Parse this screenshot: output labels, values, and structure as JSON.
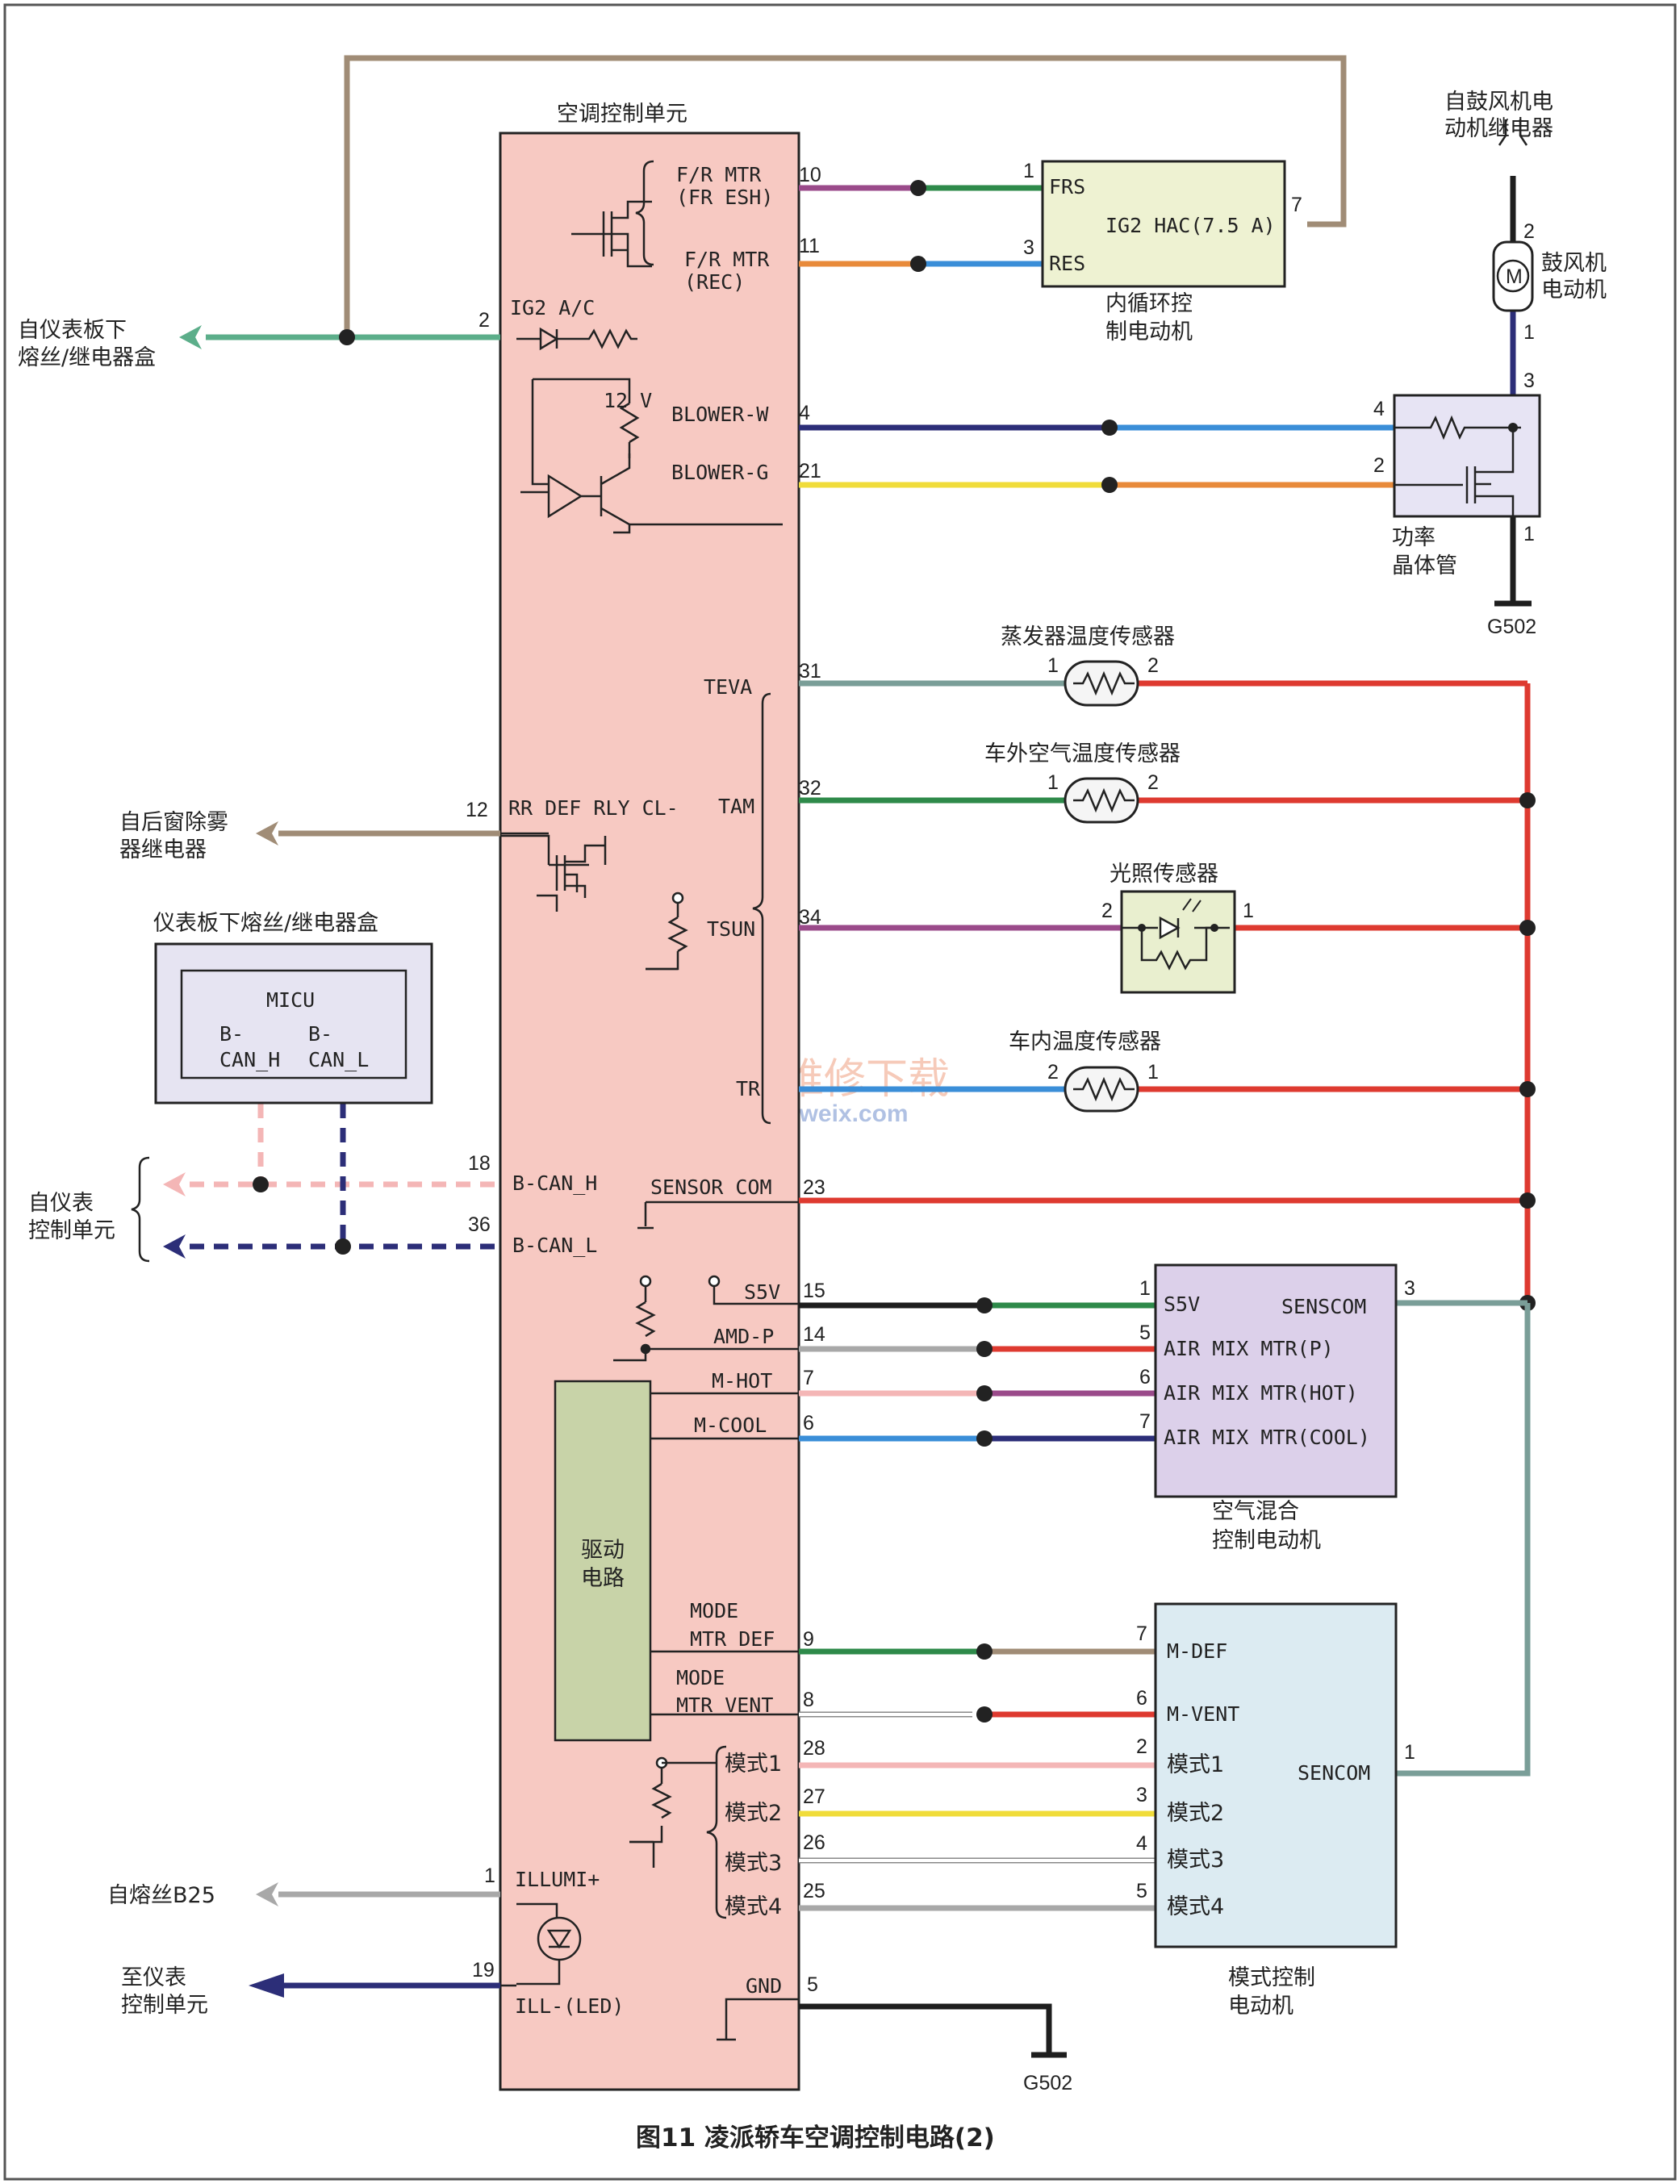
{
  "diagram": {
    "title": "图11 凌派轿车空调控制电路(2)",
    "watermark": {
      "cn": "精通维修下载",
      "url": "www.gzweix.com"
    },
    "ecu": {
      "name": "空调控制单元",
      "drive_circuit": [
        "驱动",
        "电路"
      ],
      "labels": {
        "fr_mtr_fresh": [
          "F/R MTR",
          "(FR ESH)"
        ],
        "fr_mtr_rec": [
          "F/R MTR",
          "(REC)"
        ],
        "ig2_ac": "IG2 A/C",
        "v12": "12 V",
        "blower_w": "BLOWER-W",
        "blower_g": "BLOWER-G",
        "teva": "TEVA",
        "tam": "TAM",
        "tsun": "TSUN",
        "tr": "TR",
        "rr_def": "RR DEF RLY CL-",
        "bcan_h": "B-CAN_H",
        "bcan_l": "B-CAN_L",
        "sensor_com": "SENSOR COM",
        "s5v": "S5V",
        "amd_p": "AMD-P",
        "m_hot": "M-HOT",
        "m_cool": "M-COOL",
        "mode_def": [
          "MODE",
          "MTR DEF"
        ],
        "mode_vent": [
          "MODE",
          "MTR VENT"
        ],
        "mode1": "模式1",
        "mode2": "模式2",
        "mode3": "模式3",
        "mode4": "模式4",
        "illumi": "ILLUMI+",
        "ill_led": "ILL-(LED)",
        "gnd": "GND"
      },
      "pins": {
        "p10": "10",
        "p11": "11",
        "p2": "2",
        "p4": "4",
        "p21": "21",
        "p31": "31",
        "p32": "32",
        "p12": "12",
        "p34": "34",
        "p18": "18",
        "p36": "36",
        "p23": "23",
        "p15": "15",
        "p14": "14",
        "p7": "7",
        "p6": "6",
        "p9": "9",
        "p8": "8",
        "p28": "28",
        "p27": "27",
        "p26": "26",
        "p25": "25",
        "p1": "1",
        "p19": "19",
        "p5": "5"
      }
    },
    "external": {
      "from_dash_fuse": [
        "自仪表板下",
        "熔丝/继电器盒"
      ],
      "from_rear_defog": [
        "自后窗除雾",
        "器继电器"
      ],
      "dash_fuse_box": "仪表板下熔丝/继电器盒",
      "micu": {
        "name": "MICU",
        "bcan_h": [
          "B-",
          "CAN_H"
        ],
        "bcan_l": [
          "B-",
          "CAN_L"
        ]
      },
      "from_meter": [
        "自仪表",
        "控制单元"
      ],
      "from_fuse_b25": "自熔丝B25",
      "to_meter": [
        "至仪表",
        "控制单元"
      ]
    },
    "recirc_motor": {
      "name": [
        "内循环控",
        "制电动机"
      ],
      "frs": "FRS",
      "res": "RES",
      "ig2_hac": "IG2 HAC(7.5 A)",
      "pin1": "1",
      "pin3": "3",
      "pin7": "7"
    },
    "blower_relay": {
      "name": [
        "自鼓风机电",
        "动机继电器"
      ]
    },
    "blower_motor": {
      "name": [
        "鼓风机",
        "电动机"
      ],
      "symbol": "M",
      "pin2": "2",
      "pin1": "1"
    },
    "power_transistor": {
      "name": [
        "功率",
        "晶体管"
      ],
      "pin3": "3",
      "pin4": "4",
      "pin2": "2",
      "pin1": "1",
      "ground": "G502"
    },
    "evap_sensor": {
      "name": "蒸发器温度传感器",
      "pin1": "1",
      "pin2": "2"
    },
    "ambient_sensor": {
      "name": "车外空气温度传感器",
      "pin1": "1",
      "pin2": "2"
    },
    "sunlight_sensor": {
      "name": "光照传感器",
      "pin2": "2",
      "pin1": "1"
    },
    "cabin_sensor": {
      "name": "车内温度传感器",
      "pin2": "2",
      "pin1": "1"
    },
    "air_mix_motor": {
      "name": [
        "空气混合",
        "控制电动机"
      ],
      "s5v": "S5V",
      "senscom": "SENSCOM",
      "amm_p": "AIR MIX MTR(P)",
      "amm_hot": "AIR MIX MTR(HOT)",
      "amm_cool": "AIR MIX MTR(COOL)",
      "pin1": "1",
      "pin3": "3",
      "pin5": "5",
      "pin6": "6",
      "pin7": "7"
    },
    "mode_motor": {
      "name": [
        "模式控制",
        "电动机"
      ],
      "m_def": "M-DEF",
      "m_vent": "M-VENT",
      "sencom": "SENCOM",
      "mode1": "模式1",
      "mode2": "模式2",
      "mode3": "模式3",
      "mode4": "模式4",
      "pin7": "7",
      "pin6": "6",
      "pin2": "2",
      "pin3": "3",
      "pin4": "4",
      "pin5": "5",
      "pin1": "1"
    },
    "ground_bottom": "G502"
  },
  "colors": {
    "ecu_fill": "#f7c9c2",
    "recirc_fill": "#eef2d2",
    "pt_fill": "#e7e4f4",
    "amm_fill": "#dcd0ea",
    "mode_fill": "#dcebf2",
    "micu_box_fill": "#e6e4f2",
    "drive_fill": "#c8d3a8",
    "sun_fill": "#e9efcf",
    "violet": "#9a4a8a",
    "green": "#2e8a4a",
    "orange": "#e88a3a",
    "blue": "#3a8ed8",
    "navy": "#2c2e78",
    "yellow": "#f0dc3a",
    "red": "#de3a30",
    "teal_gray": "#7a9e98",
    "brown_gray": "#a08c76",
    "pink": "#f4b6b6",
    "gray": "#a8a8a8",
    "black": "#1e1e1e",
    "mint": "#5cae8a"
  }
}
